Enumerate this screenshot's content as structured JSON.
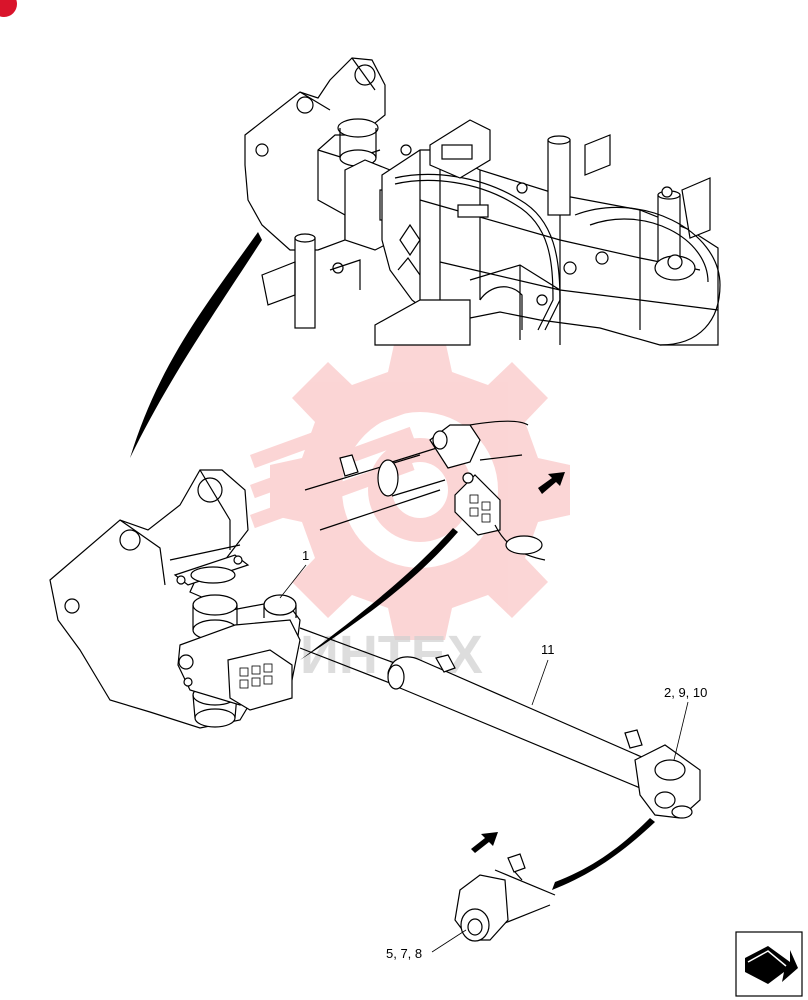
{
  "watermark": {
    "text": "ИНТЕХ",
    "color": "#f26b6b"
  },
  "callouts": [
    {
      "id": "c1",
      "text": "1"
    },
    {
      "id": "c11",
      "text": "11"
    },
    {
      "id": "c2910",
      "text": "2, 9, 10"
    },
    {
      "id": "c578",
      "text": "5, 7, 8"
    }
  ],
  "colors": {
    "line": "#000000",
    "background": "#ffffff",
    "corner_badge": "#d9142b"
  },
  "icons": {
    "corner_badge": "corner-badge-icon",
    "nav": "next-page-arrow-icon",
    "direction": "direction-arrow-icon"
  }
}
